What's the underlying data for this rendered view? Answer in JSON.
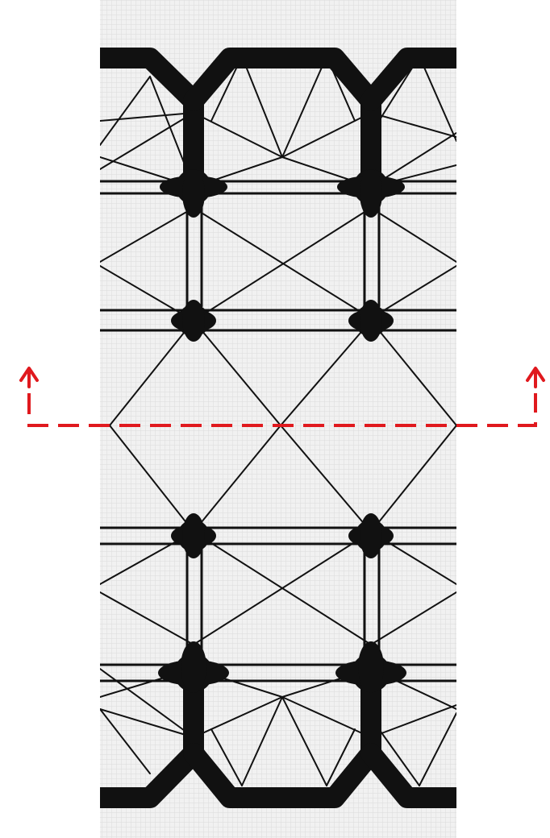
{
  "figure": {
    "kind": "structural floor plan drawing (rib / beam grid)",
    "colors": {
      "paper": "#f1f1f1",
      "grid": "#dcdcdc",
      "ink": "#111111",
      "section_line": "#e0191e"
    },
    "section_marker": {
      "style": "dashed",
      "arrow_direction": "up",
      "arrows": 2
    }
  }
}
